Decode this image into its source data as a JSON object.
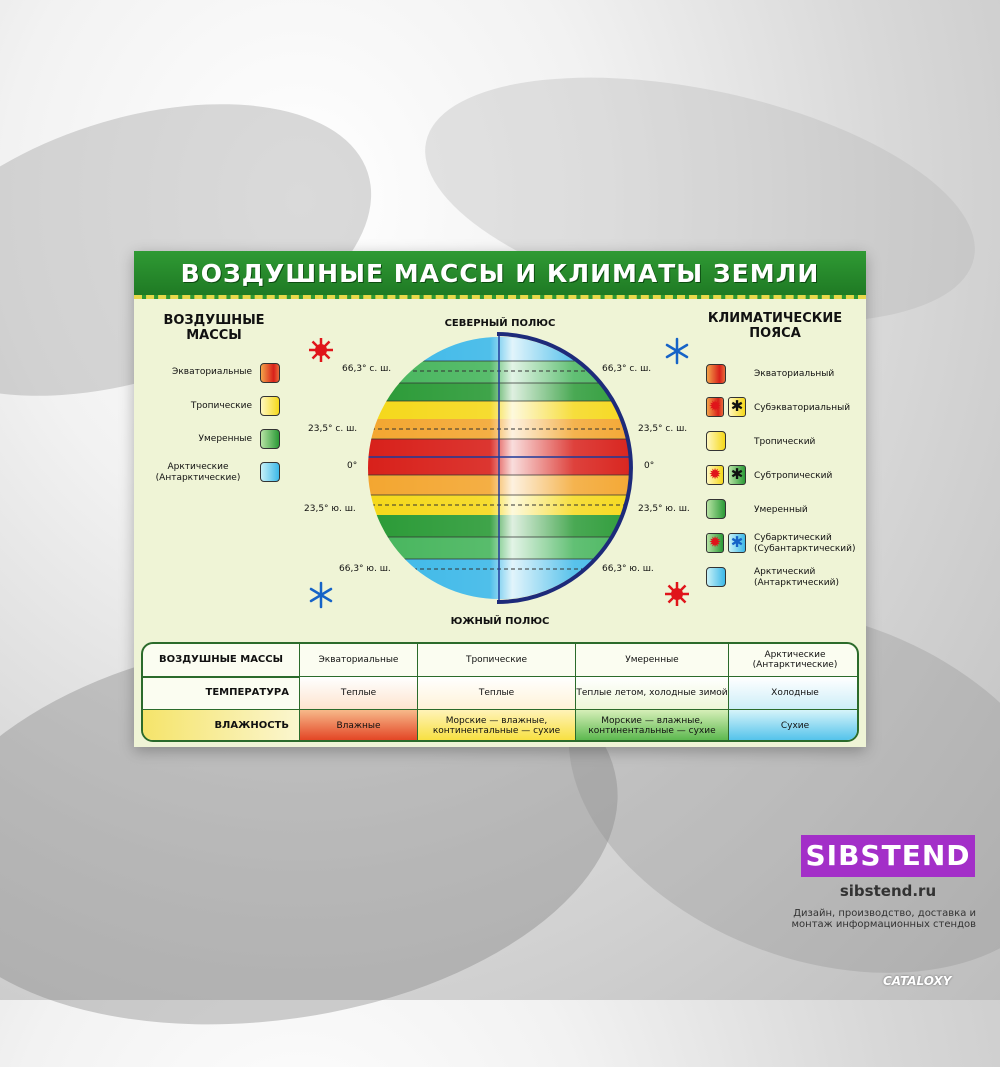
{
  "title": "ВОЗДУШНЫЕ МАССЫ И КЛИМАТЫ ЗЕМЛИ",
  "left_panel": {
    "heading": "ВОЗДУШНЫЕ МАССЫ",
    "items": [
      {
        "label": "Экваториальные",
        "color": "#d8201a"
      },
      {
        "label": "Тропические",
        "color": "#f5d81a"
      },
      {
        "label": "Умеренные",
        "color": "#2a9a36"
      },
      {
        "label": "Арктические (Антарктические)",
        "color": "#3cb8e8"
      }
    ]
  },
  "globe": {
    "north_pole": "СЕВЕРНЫЙ ПОЛЮС",
    "south_pole": "ЮЖНЫЙ ПОЛЮС",
    "lat_66n": "66,3° с. ш.",
    "lat_23n": "23,5° с. ш.",
    "lat_0": "0°",
    "lat_23s": "23,5° ю. ш.",
    "lat_66s": "66,3° ю. ш."
  },
  "right_panel": {
    "heading": "КЛИМАТИЧЕСКИЕ ПОЯСА",
    "items": [
      {
        "label": "Экваториальный"
      },
      {
        "label": "Субэкваториальный"
      },
      {
        "label": "Тропический"
      },
      {
        "label": "Субтропический"
      },
      {
        "label": "Умеренный"
      },
      {
        "label": "Субарктический (Субантарктический)"
      },
      {
        "label": "Арктический (Антарктический)"
      }
    ]
  },
  "table": {
    "rows": [
      {
        "header": "ВОЗДУШНЫЕ МАССЫ",
        "cells": [
          "Экваториальные",
          "Тропические",
          "Умеренные",
          "Арктические (Антарктические)"
        ]
      },
      {
        "header": "ТЕМПЕРАТУРА",
        "cells": [
          "Теплые",
          "Теплые",
          "Теплые летом, холодные зимой",
          "Холодные"
        ]
      },
      {
        "header": "ВЛАЖНОСТЬ",
        "cells": [
          "Влажные",
          "Морские — влажные, континентальные — сухие",
          "Морские — влажные, континентальные — сухие",
          "Сухие"
        ]
      }
    ]
  },
  "brand": {
    "name": "SIBSTEND",
    "url": "sibstend.ru",
    "desc": "Дизайн, производство, доставка и монтаж информационных стендов",
    "catalog": "CATALOXY"
  },
  "icons": {
    "sun": "sun-icon",
    "snowflake": "snowflake-icon"
  },
  "colors": {
    "banner": "#2f9a34",
    "poster_bg": "#eff4d6",
    "sun": "#e0141a",
    "snow": "#1663c7",
    "brand": "#a32fc8"
  }
}
